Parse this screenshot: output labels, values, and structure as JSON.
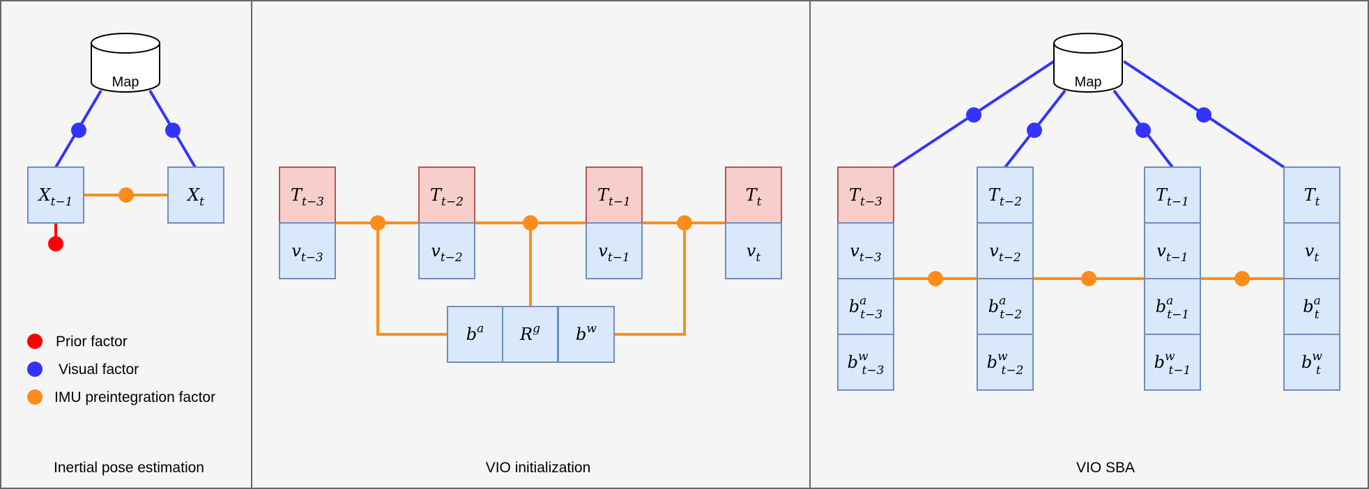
{
  "colors": {
    "background": "#f5f5f5",
    "border": "#666666",
    "node_blue_fill": "#dae8fc",
    "node_blue_stroke": "#6c8ebf",
    "node_red_fill": "#f8cecc",
    "node_red_stroke": "#b85450",
    "visual_edge": "#3333ff",
    "imu_edge": "#ff8c1a",
    "prior_edge": "#ff0000"
  },
  "panels": [
    {
      "id": "inertial",
      "title": "Inertial pose estimation"
    },
    {
      "id": "vio-init",
      "title": "VIO initialization"
    },
    {
      "id": "vio-sba",
      "title": "VIO SBA"
    }
  ],
  "map_label": "Map",
  "legend": [
    {
      "label": "Prior factor",
      "icon": "red-dot-icon",
      "color": "#ff0000"
    },
    {
      "label": "Visual factor",
      "icon": "blue-dot-icon",
      "color": "#3333ff"
    },
    {
      "label": "IMU preintegration factor",
      "icon": "orange-dot-icon",
      "color": "#ff8c1a"
    }
  ],
  "panel1": {
    "nodes": [
      {
        "base": "X",
        "sub": "t−1",
        "sup": ""
      },
      {
        "base": "X",
        "sub": "t",
        "sup": ""
      }
    ]
  },
  "panel2": {
    "poses": [
      {
        "base": "T",
        "sub": "t−3",
        "sup": ""
      },
      {
        "base": "T",
        "sub": "t−2",
        "sup": ""
      },
      {
        "base": "T",
        "sub": "t−1",
        "sup": ""
      },
      {
        "base": "T",
        "sub": "t",
        "sup": ""
      }
    ],
    "velocities": [
      {
        "base": "v",
        "sub": "t−3",
        "sup": ""
      },
      {
        "base": "v",
        "sub": "t−2",
        "sup": ""
      },
      {
        "base": "v",
        "sub": "t−1",
        "sup": ""
      },
      {
        "base": "v",
        "sub": "t",
        "sup": ""
      }
    ],
    "shared": [
      {
        "base": "b",
        "sub": "",
        "sup": "a"
      },
      {
        "base": "R",
        "sub": "",
        "sup": "g"
      },
      {
        "base": "b",
        "sub": "",
        "sup": "w"
      }
    ]
  },
  "panel3": {
    "stacks": [
      [
        {
          "base": "T",
          "sub": "t−3",
          "sup": ""
        },
        {
          "base": "v",
          "sub": "t−3",
          "sup": ""
        },
        {
          "base": "b",
          "sub": "t−3",
          "sup": "a"
        },
        {
          "base": "b",
          "sub": "t−3",
          "sup": "w"
        }
      ],
      [
        {
          "base": "T",
          "sub": "t−2",
          "sup": ""
        },
        {
          "base": "v",
          "sub": "t−2",
          "sup": ""
        },
        {
          "base": "b",
          "sub": "t−2",
          "sup": "a"
        },
        {
          "base": "b",
          "sub": "t−2",
          "sup": "w"
        }
      ],
      [
        {
          "base": "T",
          "sub": "t−1",
          "sup": ""
        },
        {
          "base": "v",
          "sub": "t−1",
          "sup": ""
        },
        {
          "base": "b",
          "sub": "t−1",
          "sup": "a"
        },
        {
          "base": "b",
          "sub": "t−1",
          "sup": "w"
        }
      ],
      [
        {
          "base": "T",
          "sub": "t",
          "sup": ""
        },
        {
          "base": "v",
          "sub": "t",
          "sup": ""
        },
        {
          "base": "b",
          "sub": "t",
          "sup": "a"
        },
        {
          "base": "b",
          "sub": "t",
          "sup": "w"
        }
      ]
    ]
  }
}
